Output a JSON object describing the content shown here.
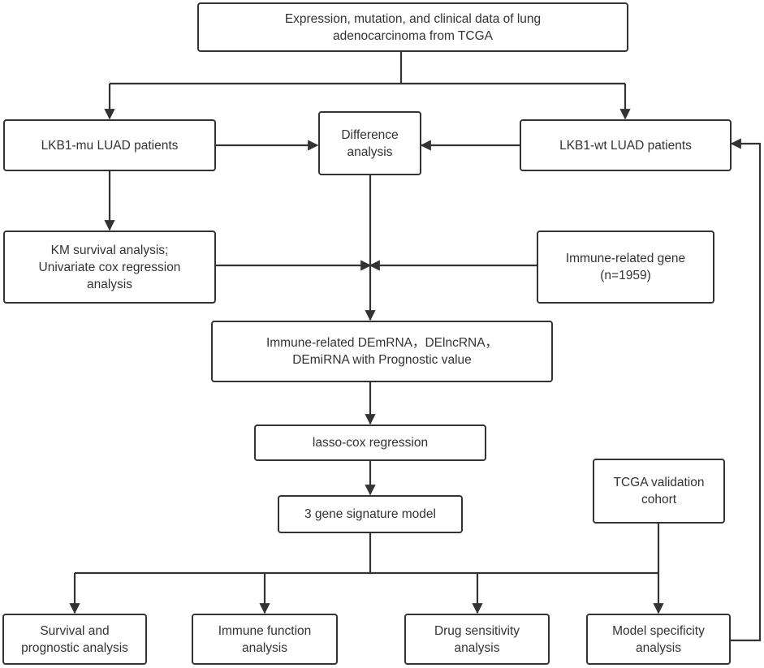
{
  "nodes": {
    "tcga_data": "Expression, mutation, and clinical data of lung\nadenocarcinoma from TCGA",
    "lkb1_mu": "LKB1-mu LUAD patients",
    "difference": "Difference\nanalysis",
    "lkb1_wt": "LKB1-wt LUAD patients",
    "km_survival": "KM survival analysis;\nUnivariate cox regression\nanalysis",
    "immune_gene": "Immune-related gene\n(n=1959)",
    "immune_de": "Immune-related DEmRNA，DElncRNA，\nDEmiRNA with Prognostic value",
    "lasso": "lasso-cox regression",
    "gene_model": "3 gene signature model",
    "tcga_validation": "TCGA validation\ncohort",
    "survival": "Survival and\nprognostic analysis",
    "immune_function": "Immune function\nanalysis",
    "drug": "Drug sensitivity\nanalysis",
    "model_specificity": "Model specificity\nanalysis"
  },
  "colors": {
    "line": "#333333",
    "border": "#333333",
    "text": "#333333"
  }
}
